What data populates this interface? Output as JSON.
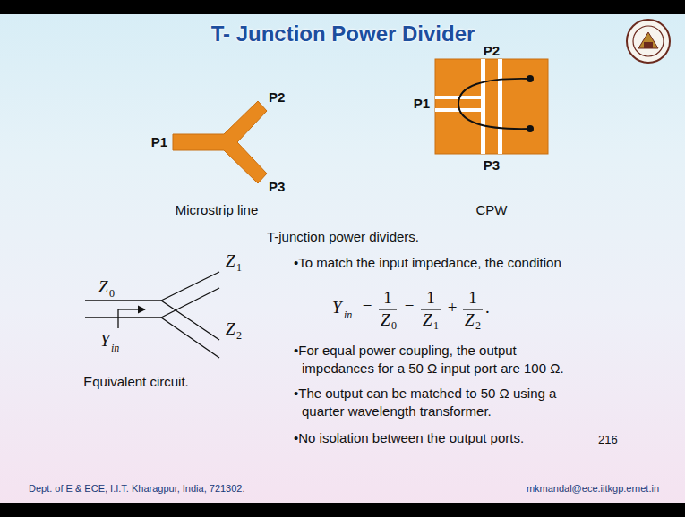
{
  "diagram": {
    "title": "T- Junction Power Divider",
    "caption": "T-junction power dividers.",
    "labels": [
      "P1",
      "P2",
      "P3",
      "Microstrip line",
      "P2",
      "P1",
      "P3",
      "CPW",
      "•To match the input impedance, the condition",
      "Y",
      "in",
      "=",
      "1",
      "Z",
      "0",
      "=",
      "1",
      "Z",
      "1",
      "+",
      "1",
      "Z",
      "2",
      ".",
      "Z",
      "0",
      "Z",
      "1",
      "Z",
      "2",
      "Y",
      "in",
      "Equivalent circuit.",
      "•For equal power coupling, the output impedances for a 50 Ω input port are 100 Ω.",
      "•The output can be matched to 50 Ω using a quarter wavelength transformer.",
      "•No isolation between the output ports.",
      "216",
      "Dept. of E & ECE, I.I.T. Kharagpur, India, 721302.",
      "mkmandal@ece.iitkgp.ernet.in"
    ]
  }
}
